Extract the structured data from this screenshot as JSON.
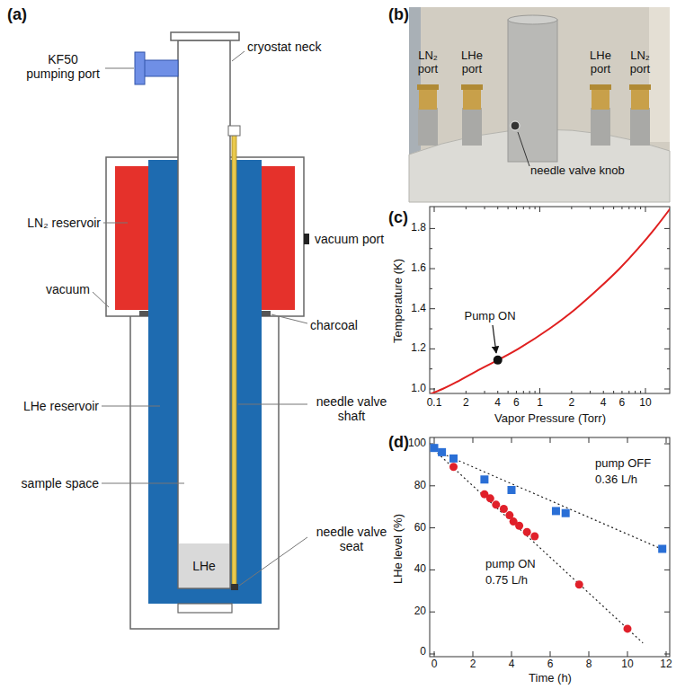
{
  "diagram": {
    "labels": [
      "(a)",
      "KF50 pumping port",
      "cryostat neck",
      "LN₂ reservoir",
      "vacuum port",
      "vacuum",
      "charcoal",
      "LHe reservoir",
      "needle valve shaft",
      "sample space",
      "LHe",
      "needle valve seat",
      "(b)",
      "LN₂ port",
      "LHe port",
      "LHe port",
      "LN₂ port",
      "needle valve knob",
      "(c)",
      "Temperature (K)",
      "1.8",
      "1.6",
      "1.4",
      "1.2",
      "1.0",
      "0.1",
      "2",
      "4",
      "6",
      "1",
      "2",
      "4",
      "6",
      "10",
      "Pump ON",
      "Vapor Pressure (Torr)",
      "(d)",
      "LHe level (%)",
      "100",
      "80",
      "60",
      "40",
      "20",
      "0",
      "0",
      "2",
      "4",
      "6",
      "8",
      "10",
      "12",
      "pump OFF",
      "0.36 L/h",
      "pump ON",
      "0.75 L/h",
      "Time (h)"
    ]
  }
}
